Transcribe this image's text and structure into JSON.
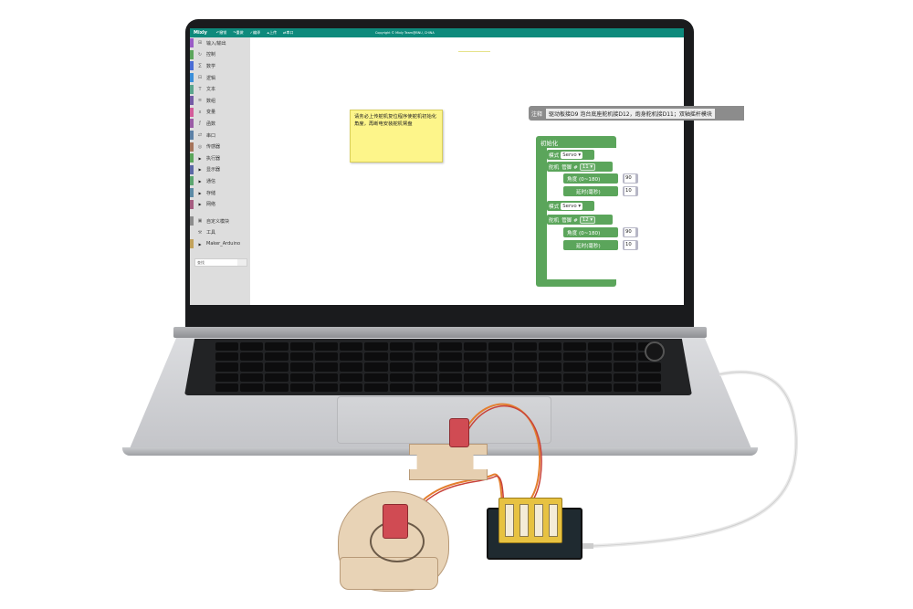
{
  "app": {
    "brand": "Mixly",
    "toolbar": [
      {
        "icon": "undo-icon",
        "label": "撤销"
      },
      {
        "icon": "redo-icon",
        "label": "重做"
      },
      {
        "icon": "check-icon",
        "label": "编译"
      },
      {
        "icon": "upload-icon",
        "label": "上传"
      },
      {
        "icon": "serial-icon",
        "label": "串口"
      }
    ],
    "copyright": "Copyright © Mixly Team@BNU, CHINA"
  },
  "sidebar": {
    "categories": [
      {
        "label": "输入/输出",
        "color": "#9a5bc6",
        "icon": "io-icon",
        "type": "icon"
      },
      {
        "label": "控制",
        "color": "#5ba55b",
        "icon": "control-icon",
        "type": "icon"
      },
      {
        "label": "数学",
        "color": "#4a6cd4",
        "icon": "math-icon",
        "type": "icon"
      },
      {
        "label": "逻辑",
        "color": "#3b8fd9",
        "icon": "logic-icon",
        "type": "icon"
      },
      {
        "label": "文本",
        "color": "#5ba58c",
        "icon": "text-icon",
        "type": "icon"
      },
      {
        "label": "数组",
        "color": "#745ba5",
        "icon": "array-icon",
        "type": "icon"
      },
      {
        "label": "变量",
        "color": "#d35c9a",
        "icon": "variable-icon",
        "type": "icon"
      },
      {
        "label": "函数",
        "color": "#9a5ba5",
        "icon": "function-icon",
        "type": "icon"
      },
      {
        "label": "串口",
        "color": "#5b80a5",
        "icon": "serial-port-icon",
        "type": "icon"
      },
      {
        "label": "传感器",
        "color": "#a5745b",
        "icon": "sensor-icon",
        "type": "icon"
      },
      {
        "label": "执行器",
        "color": "#5ba55b",
        "icon": "expand-arrow-icon",
        "type": "arrow"
      },
      {
        "label": "显示器",
        "color": "#5b67a5",
        "icon": "expand-arrow-icon",
        "type": "arrow"
      },
      {
        "label": "通信",
        "color": "#5ba56f",
        "icon": "expand-arrow-icon",
        "type": "arrow"
      },
      {
        "label": "存储",
        "color": "#5b8aa5",
        "icon": "expand-arrow-icon",
        "type": "arrow"
      },
      {
        "label": "网络",
        "color": "#a55b80",
        "icon": "expand-arrow-icon",
        "type": "arrow"
      },
      {
        "label": "",
        "color": "",
        "icon": "",
        "type": "spacer"
      },
      {
        "label": "自定义模块",
        "color": "#8c8c8c",
        "icon": "custom-module-icon",
        "type": "icon"
      },
      {
        "label": "工具",
        "color": "",
        "icon": "tools-icon",
        "type": "icon"
      },
      {
        "label": "Maker_Arduino",
        "color": "#c2a25b",
        "icon": "expand-arrow-icon",
        "type": "arrow"
      }
    ],
    "search_placeholder": "查找"
  },
  "workspace": {
    "note_text": "请务必上传舵机复位程序使舵机初始化角度，再断电安装舵机臂盘",
    "comment_label": "注释",
    "comment_text": "驱动板接D9 泡台底座舵机接D12，炮身舵机接D11；双轴摇杆模块",
    "init_block": {
      "title": "初始化",
      "groups": [
        {
          "mode_label": "模式",
          "mode_value": "Servo",
          "servo_label": "舵机",
          "pin_label": "管脚 #",
          "pin_value": "11",
          "angle_label": "角度 (0~180)",
          "angle_value": "90",
          "delay_label": "延时(毫秒)",
          "delay_value": "10"
        },
        {
          "mode_label": "模式",
          "mode_value": "Servo",
          "servo_label": "舵机",
          "pin_label": "管脚 #",
          "pin_value": "12",
          "angle_label": "角度 (0~180)",
          "angle_value": "90",
          "delay_label": "延时(毫秒)",
          "delay_value": "10"
        }
      ]
    }
  },
  "colors": {
    "topbar": "#0e8a7c",
    "control_block": "#5ba55b",
    "note": "#fdf58a",
    "comment_block": "#8c8c8c"
  }
}
